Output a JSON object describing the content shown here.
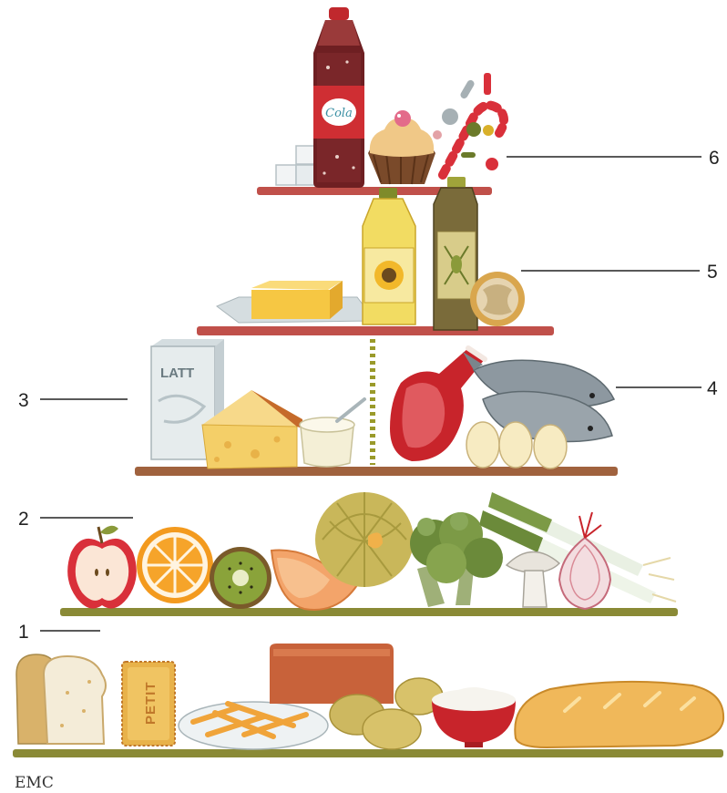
{
  "levels": [
    {
      "number": "1"
    },
    {
      "number": "2"
    },
    {
      "number": "3"
    },
    {
      "number": "4"
    },
    {
      "number": "5"
    },
    {
      "number": "6"
    }
  ],
  "product_texts": {
    "soda_label": "Cola",
    "milk_carton": "LATT",
    "biscuit": "PETIT"
  },
  "signature": "EMC",
  "colors": {
    "shelf_red": "#c0504a",
    "shelf_brown": "#a0623e",
    "shelf_olive": "#8a8a36",
    "meat_red": "#c8242b",
    "butter_yellow": "#f6c743",
    "oil_yellow": "#f2dc62",
    "fish_gray": "#8d98a0",
    "melon_orange": "#f3a46a",
    "bread_tan": "#e8c277"
  },
  "icons": [
    "soda-bottle-icon",
    "sugar-cubes-icon",
    "cupcake-icon",
    "candy-icon",
    "sunflower-oil-icon",
    "olive-oil-icon",
    "butter-icon",
    "walnut-icon",
    "milk-carton-icon",
    "cheese-icon",
    "yogurt-icon",
    "steak-icon",
    "fish-icon",
    "eggs-icon",
    "apple-icon",
    "orange-icon",
    "kiwi-icon",
    "melon-icon",
    "pumpkin-icon",
    "broccoli-icon",
    "leek-icon",
    "mushroom-icon",
    "onion-icon",
    "sliced-bread-icon",
    "biscuit-icon",
    "fries-icon",
    "rice-bowl-icon",
    "potatoes-icon",
    "baguette-icon",
    "brown-loaf-icon"
  ]
}
